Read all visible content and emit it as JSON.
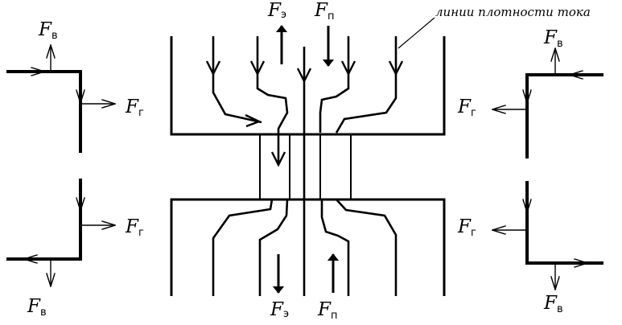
{
  "callout_label": "линии плотности тока",
  "force_labels": {
    "vertical": {
      "letter": "F",
      "sub": "в"
    },
    "horizontal": {
      "letter": "F",
      "sub": "г"
    },
    "electric": {
      "letter": "F",
      "sub": "э"
    },
    "field": {
      "letter": "F",
      "sub": "п"
    }
  }
}
